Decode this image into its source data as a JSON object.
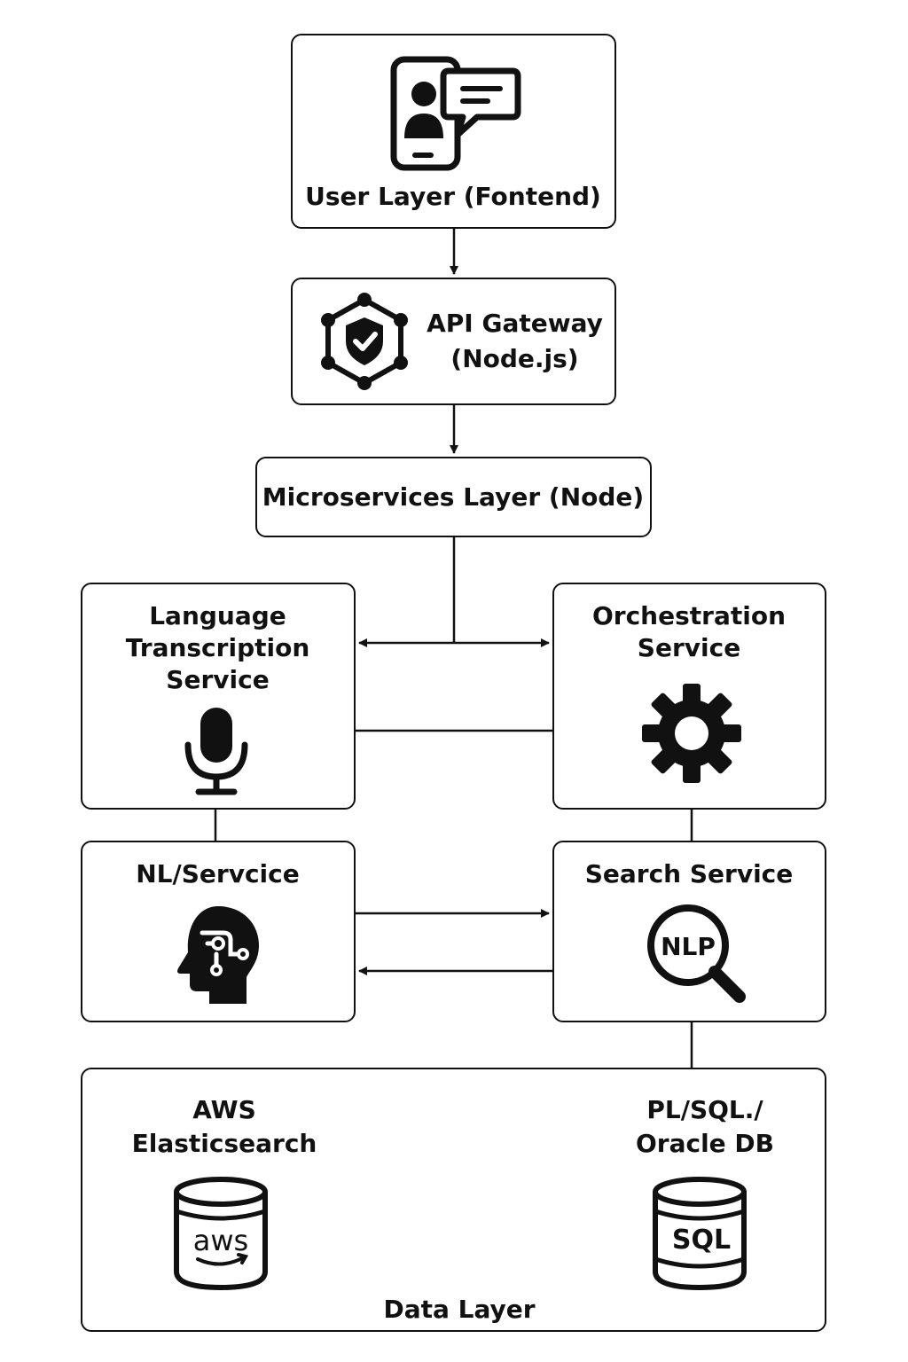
{
  "user_layer": {
    "label": "User Layer (Fontend)",
    "icon": "phone-chat-icon"
  },
  "api_gateway": {
    "line1": "API Gateway",
    "line2": "(Node.js)",
    "icon": "hexagon-shield-icon"
  },
  "microservices": {
    "label": "Microservices Layer (Node)"
  },
  "language_transcription": {
    "line1": "Language",
    "line2": "Transcription",
    "line3": "Service",
    "icon": "microphone-icon"
  },
  "orchestration": {
    "line1": "Orchestration",
    "line2": "Service",
    "icon": "gear-icon"
  },
  "nl_service": {
    "label": "NL/Servcice",
    "icon": "brain-head-icon"
  },
  "search_service": {
    "label": "Search Service",
    "icon": "nlp-magnifier-icon",
    "icon_text": "NLP"
  },
  "data_layer": {
    "label": "Data Layer",
    "aws": {
      "line1": "AWS",
      "line2": "Elasticsearch",
      "icon": "aws-database-icon",
      "icon_text": "aws"
    },
    "oracle": {
      "line1": "PL/SQL./",
      "line2": "Oracle DB",
      "icon": "sql-database-icon",
      "icon_text": "SQL"
    }
  }
}
